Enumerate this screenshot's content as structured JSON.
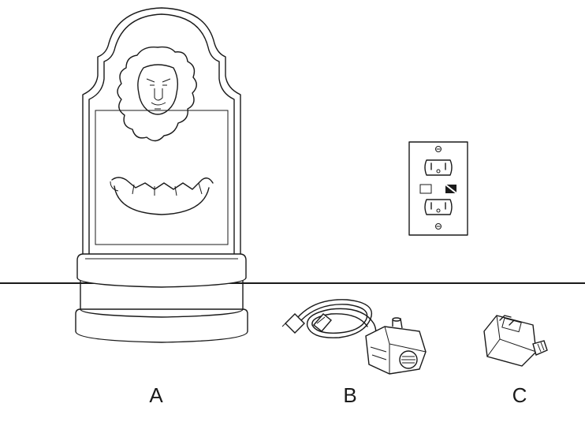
{
  "labels": {
    "a": "A",
    "b": "B",
    "c": "C"
  },
  "items": [
    {
      "key": "a",
      "icon": "lion-head-wall-fountain-icon"
    },
    {
      "key": "b",
      "icon": "submersible-pump-with-cord-icon"
    },
    {
      "key": "c",
      "icon": "power-adapter-icon"
    },
    {
      "key": "outlet",
      "icon": "wall-outlet-icon"
    }
  ],
  "colors": {
    "ink": "#1a1a1a",
    "background": "#ffffff"
  }
}
